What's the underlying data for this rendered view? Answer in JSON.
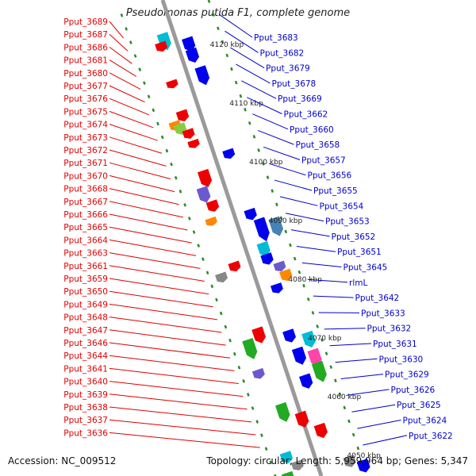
{
  "title": "Pseudomonas putida F1, complete genome",
  "accession": "Accession: NC_009512",
  "topology": "Topology: circular; Length: 5,959,964 bp; Genes: 5,347",
  "colors": {
    "left_label": "#e00000",
    "right_label": "#0000cc",
    "backbone": "#9a9a9a",
    "ruler": "#2a8a2a"
  },
  "kbp_ticks": [
    "4120 kbp",
    "4110 kbp",
    "4100 kbp",
    "4090 kbp",
    "4080 kbp",
    "4070 kbp",
    "4060 kbp",
    "4050 kbp"
  ],
  "left_genes": [
    "Pput_3689",
    "Pput_3687",
    "Pput_3686",
    "Pput_3681",
    "Pput_3680",
    "Pput_3677",
    "Pput_3676",
    "Pput_3675",
    "Pput_3674",
    "Pput_3673",
    "Pput_3672",
    "Pput_3671",
    "Pput_3670",
    "Pput_3668",
    "Pput_3667",
    "Pput_3666",
    "Pput_3665",
    "Pput_3664",
    "Pput_3663",
    "Pput_3661",
    "Pput_3659",
    "Pput_3650",
    "Pput_3649",
    "Pput_3648",
    "Pput_3647",
    "Pput_3646",
    "Pput_3644",
    "Pput_3641",
    "Pput_3640",
    "Pput_3639",
    "Pput_3638",
    "Pput_3637",
    "Pput_3636"
  ],
  "right_genes": [
    "Pput_3683",
    "Pput_3682",
    "Pput_3679",
    "Pput_3678",
    "Pput_3669",
    "Pput_3662",
    "Pput_3660",
    "Pput_3658",
    "Pput_3657",
    "Pput_3656",
    "Pput_3655",
    "Pput_3654",
    "Pput_3653",
    "Pput_3652",
    "Pput_3651",
    "Pput_3645",
    "rlmL",
    "Pput_3642",
    "Pput_3633",
    "Pput_3632",
    "Pput_3631",
    "Pput_3630",
    "Pput_3629",
    "Pput_3626",
    "Pput_3625",
    "Pput_3624",
    "Pput_3622"
  ]
}
